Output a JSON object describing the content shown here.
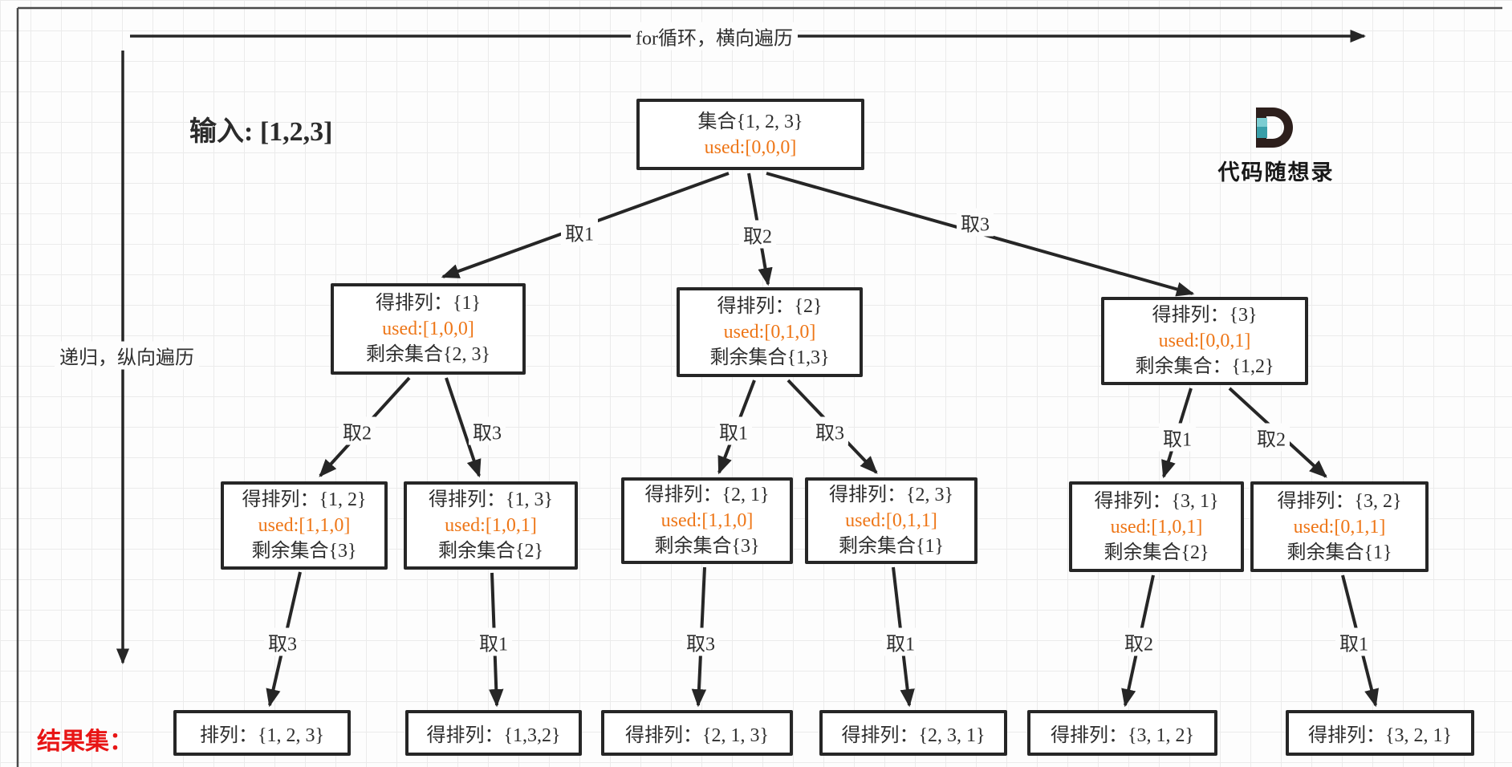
{
  "labels": {
    "top_arrow": "for循环，横向遍历",
    "left_arrow": "递归，纵向遍历",
    "input": "输入: [1,2,3]",
    "result_set": "结果集：",
    "brand": "代码随想录"
  },
  "colors": {
    "used_text": "#ee7617",
    "result_label_red": "#e81515",
    "line_black": "#262626",
    "brand_dark": "#2d1f1c",
    "brand_teal": "#399fa9"
  },
  "tree": {
    "root": {
      "title": "集合{1, 2, 3}",
      "used": "used:[0,0,0]"
    },
    "level2": [
      {
        "title": "得排列：{1}",
        "used": "used:[1,0,0]",
        "remaining": "剩余集合{2, 3}"
      },
      {
        "title": "得排列：{2}",
        "used": "used:[0,1,0]",
        "remaining": "剩余集合{1,3}"
      },
      {
        "title": "得排列：{3}",
        "used": "used:[0,0,1]",
        "remaining": "剩余集合：{1,2}"
      }
    ],
    "level3": [
      {
        "title": "得排列：{1, 2}",
        "used": "used:[1,1,0]",
        "remaining": "剩余集合{3}"
      },
      {
        "title": "得排列：{1, 3}",
        "used": "used:[1,0,1]",
        "remaining": "剩余集合{2}"
      },
      {
        "title": "得排列：{2, 1}",
        "used": "used:[1,1,0]",
        "remaining": "剩余集合{3}"
      },
      {
        "title": "得排列：{2, 3}",
        "used": "used:[0,1,1]",
        "remaining": "剩余集合{1}"
      },
      {
        "title": "得排列：{3, 1}",
        "used": "used:[1,0,1]",
        "remaining": "剩余集合{2}"
      },
      {
        "title": "得排列：{3, 2}",
        "used": "used:[0,1,1]",
        "remaining": "剩余集合{1}"
      }
    ],
    "results": [
      "排列：{1, 2, 3}",
      "得排列：{1,3,2}",
      "得排列：{2, 1, 3}",
      "得排列：{2, 3, 1}",
      "得排列：{3, 1, 2}",
      "得排列：{3, 2, 1}"
    ]
  },
  "edges": {
    "l1": [
      "取1",
      "取2",
      "取3"
    ],
    "l2": [
      "取2",
      "取3",
      "取1",
      "取3",
      "取1",
      "取2"
    ],
    "l3": [
      "取3",
      "取1",
      "取3",
      "取1",
      "取2",
      "取1"
    ]
  }
}
